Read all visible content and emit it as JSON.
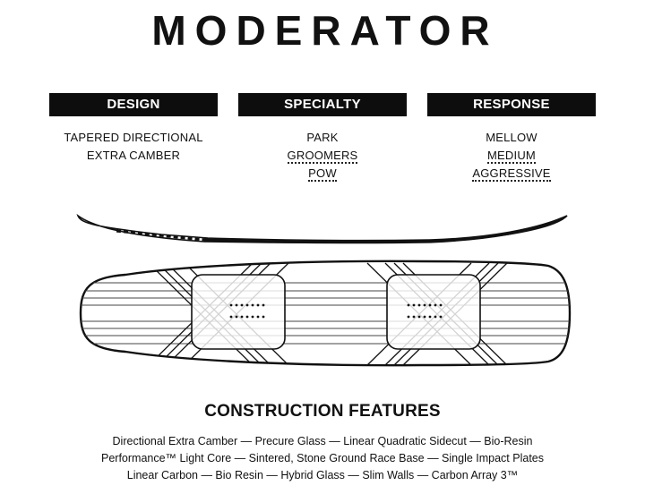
{
  "title": "MODERATOR",
  "columns": [
    {
      "heading": "DESIGN",
      "items": [
        {
          "text": "TAPERED DIRECTIONAL",
          "dotted": false
        },
        {
          "text": "EXTRA CAMBER",
          "dotted": false
        }
      ]
    },
    {
      "heading": "SPECIALTY",
      "items": [
        {
          "text": "PARK",
          "dotted": false
        },
        {
          "text": "GROOMERS",
          "dotted": true
        },
        {
          "text": "POW",
          "dotted": true
        }
      ]
    },
    {
      "heading": "RESPONSE",
      "items": [
        {
          "text": "MELLOW",
          "dotted": false
        },
        {
          "text": "MEDIUM",
          "dotted": true
        },
        {
          "text": "AGGRESSIVE",
          "dotted": true
        }
      ]
    }
  ],
  "construction": {
    "title": "CONSTRUCTION FEATURES",
    "lines": [
      "Directional Extra Camber — Precure Glass — Linear Quadratic Sidecut — Bio-Resin",
      "Performance™ Light Core — Sintered, Stone Ground Race Base — Single Impact Plates",
      "Linear Carbon — Bio Resin — Hybrid Glass — Slim Walls — Carbon Array 3™"
    ]
  },
  "colors": {
    "ink": "#111111",
    "header_bg": "#0d0d0d",
    "header_text": "#ffffff",
    "background": "#ffffff"
  }
}
